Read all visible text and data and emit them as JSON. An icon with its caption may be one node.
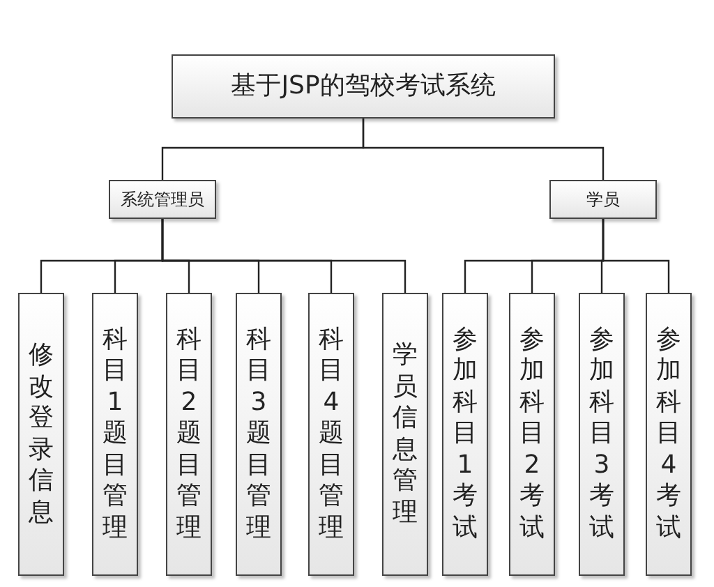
{
  "diagram": {
    "nodes": [
      {
        "text": [
          "基于JSP的驾校考试系统"
        ]
      },
      {
        "text": [
          "系统管理员"
        ]
      },
      {
        "text": [
          "学员"
        ]
      },
      {
        "text": [
          "修改登录信息"
        ]
      },
      {
        "text": [
          "科目1题目管理"
        ]
      },
      {
        "text": [
          "科目2题目管理"
        ]
      },
      {
        "text": [
          "科目3题目管理"
        ]
      },
      {
        "text": [
          "科目4题目管理"
        ]
      },
      {
        "text": [
          "学员信息管理"
        ]
      },
      {
        "text": [
          "参加科目1考试"
        ]
      },
      {
        "text": [
          "参加科目2考试"
        ]
      },
      {
        "text": [
          "参加科目3考试"
        ]
      },
      {
        "text": [
          "参加科目4考试"
        ]
      }
    ],
    "edges": [
      {
        "from": 0,
        "to": 1,
        "arrow": "none"
      },
      {
        "from": 0,
        "to": 2,
        "arrow": "none"
      },
      {
        "from": 1,
        "to": 3,
        "arrow": "none"
      },
      {
        "from": 1,
        "to": 4,
        "arrow": "none"
      },
      {
        "from": 1,
        "to": 5,
        "arrow": "none"
      },
      {
        "from": 1,
        "to": 6,
        "arrow": "none"
      },
      {
        "from": 1,
        "to": 7,
        "arrow": "none"
      },
      {
        "from": 1,
        "to": 8,
        "arrow": "none"
      },
      {
        "from": 2,
        "to": 9,
        "arrow": "none"
      },
      {
        "from": 2,
        "to": 10,
        "arrow": "none"
      },
      {
        "from": 2,
        "to": 11,
        "arrow": "none"
      },
      {
        "from": 2,
        "to": 12,
        "arrow": "none"
      }
    ]
  }
}
